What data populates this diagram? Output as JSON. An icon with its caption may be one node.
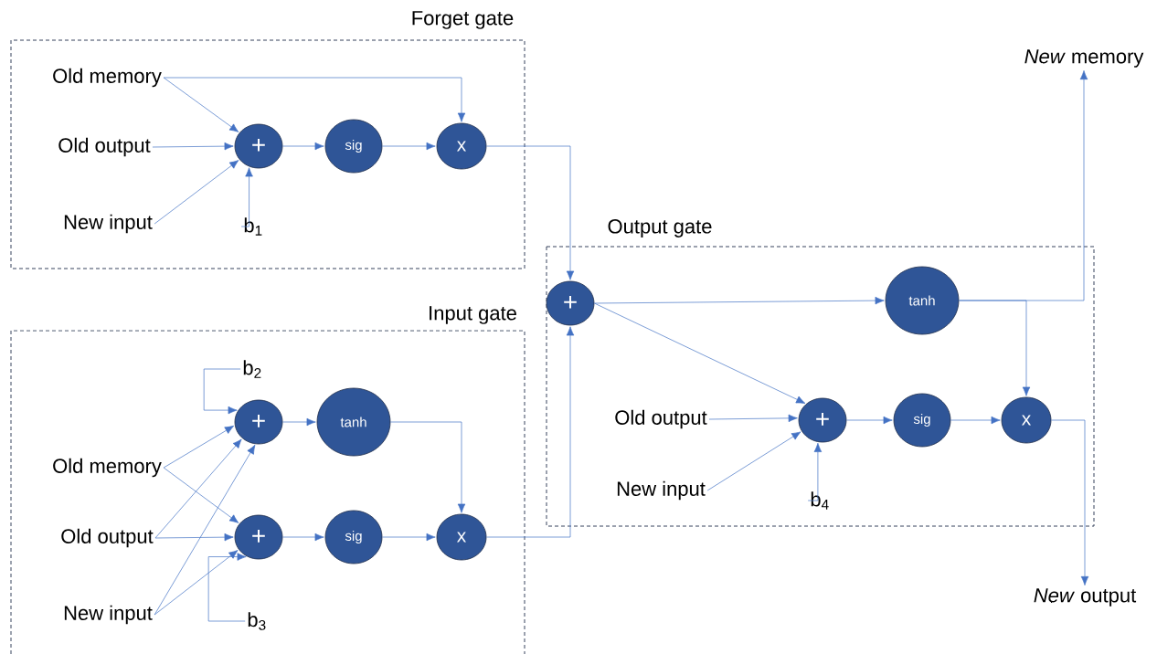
{
  "diagram": {
    "nodes": [
      {
        "text": [
          "Forget gate"
        ]
      },
      {
        "text": [
          "Old memory"
        ],
        "in": 0
      },
      {
        "text": [
          "Old output"
        ],
        "in": 0
      },
      {
        "text": [
          "New input"
        ],
        "in": 0
      },
      {
        "text": [
          "b$_{1}$"
        ],
        "in": 0
      },
      {
        "text": [
          "+"
        ],
        "in": 0
      },
      {
        "text": [
          "sig"
        ],
        "in": 0
      },
      {
        "text": [
          "x"
        ],
        "in": 0
      },
      {
        "text": [
          "Input gate"
        ]
      },
      {
        "text": [
          "b$_{2}$"
        ],
        "in": 8
      },
      {
        "text": [
          "Old memory"
        ],
        "in": 8
      },
      {
        "text": [
          "Old output"
        ],
        "in": 8
      },
      {
        "text": [
          "New input"
        ],
        "in": 8
      },
      {
        "text": [
          "b$_{3}$"
        ],
        "in": 8
      },
      {
        "text": [
          "+"
        ],
        "in": 8
      },
      {
        "text": [
          "tanh"
        ],
        "in": 8
      },
      {
        "text": [
          "+"
        ],
        "in": 8
      },
      {
        "text": [
          "sig"
        ],
        "in": 8
      },
      {
        "text": [
          "x"
        ],
        "in": 8
      },
      {
        "text": [
          "Output gate"
        ]
      },
      {
        "text": [
          "+"
        ],
        "in": 19
      },
      {
        "text": [
          "tanh"
        ],
        "in": 19
      },
      {
        "text": [
          "Old output"
        ],
        "in": 19
      },
      {
        "text": [
          "New input"
        ],
        "in": 19
      },
      {
        "text": [
          "+"
        ],
        "in": 19
      },
      {
        "text": [
          "b$_{4}$"
        ],
        "in": 19
      },
      {
        "text": [
          "sig"
        ],
        "in": 19
      },
      {
        "text": [
          "x"
        ],
        "in": 19
      },
      {
        "text": [
          "*New* memory"
        ]
      },
      {
        "text": [
          "*New* output"
        ]
      }
    ],
    "edges": [
      {
        "from": 1,
        "to": 5,
        "arrow": "to"
      },
      {
        "from": 2,
        "to": 5,
        "arrow": "to"
      },
      {
        "from": 3,
        "to": 5,
        "arrow": "to"
      },
      {
        "from": 4,
        "to": 5,
        "arrow": "to"
      },
      {
        "from": 5,
        "to": 6,
        "arrow": "to"
      },
      {
        "from": 6,
        "to": 7,
        "arrow": "to"
      },
      {
        "from": 1,
        "to": 7,
        "arrow": "to"
      },
      {
        "from": 7,
        "to": 20,
        "arrow": "to"
      },
      {
        "from": 9,
        "to": 14,
        "arrow": "to"
      },
      {
        "from": 10,
        "to": 14,
        "arrow": "to"
      },
      {
        "from": 10,
        "to": 16,
        "arrow": "to"
      },
      {
        "from": 11,
        "to": 14,
        "arrow": "to"
      },
      {
        "from": 11,
        "to": 16,
        "arrow": "to"
      },
      {
        "from": 12,
        "to": 14,
        "arrow": "to"
      },
      {
        "from": 12,
        "to": 16,
        "arrow": "to"
      },
      {
        "from": 13,
        "to": 16,
        "arrow": "to"
      },
      {
        "from": 14,
        "to": 15,
        "arrow": "to"
      },
      {
        "from": 15,
        "to": 18,
        "arrow": "to"
      },
      {
        "from": 16,
        "to": 17,
        "arrow": "to"
      },
      {
        "from": 17,
        "to": 18,
        "arrow": "to"
      },
      {
        "from": 18,
        "to": 20,
        "arrow": "to"
      },
      {
        "from": 20,
        "to": 21,
        "arrow": "to"
      },
      {
        "from": 20,
        "to": 24,
        "arrow": "to"
      },
      {
        "from": 22,
        "to": 24,
        "arrow": "to"
      },
      {
        "from": 23,
        "to": 24,
        "arrow": "to"
      },
      {
        "from": 25,
        "to": 24,
        "arrow": "to"
      },
      {
        "from": 24,
        "to": 26,
        "arrow": "to"
      },
      {
        "from": 26,
        "to": 27,
        "arrow": "to"
      },
      {
        "from": 21,
        "to": 27,
        "arrow": "to"
      },
      {
        "from": 21,
        "to": 28,
        "arrow": "to"
      },
      {
        "from": 27,
        "to": 29,
        "arrow": "to"
      }
    ]
  }
}
